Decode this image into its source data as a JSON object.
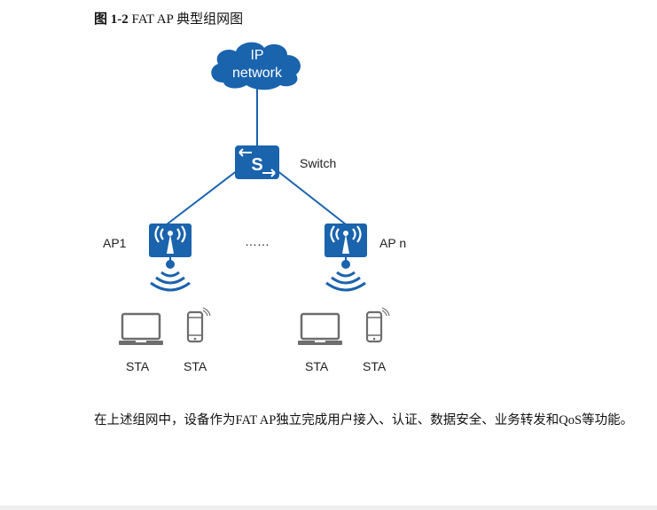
{
  "figure": {
    "number": "图 1-2",
    "title": "FAT AP 典型组网图"
  },
  "diagram": {
    "colors": {
      "device_blue": "#1a63ad",
      "line_blue": "#1a63ad",
      "terminal_gray": "#6d6d6d"
    },
    "cloud": {
      "line1": "IP",
      "line2": "network",
      "icon": "cloud-icon"
    },
    "switch": {
      "label": "Switch",
      "glyph": "S",
      "icon": "switch-icon"
    },
    "aps": [
      {
        "label": "AP1",
        "icon": "wireless-ap-icon"
      },
      {
        "label": "AP n",
        "icon": "wireless-ap-icon"
      }
    ],
    "ellipsis": "……",
    "stations": [
      {
        "label": "STA",
        "icon": "laptop-icon"
      },
      {
        "label": "STA",
        "icon": "smartphone-icon"
      },
      {
        "label": "STA",
        "icon": "laptop-icon"
      },
      {
        "label": "STA",
        "icon": "smartphone-icon"
      }
    ]
  },
  "description": "在上述组网中，设备作为FAT AP独立完成用户接入、认证、数据安全、业务转发和QoS等功能。"
}
